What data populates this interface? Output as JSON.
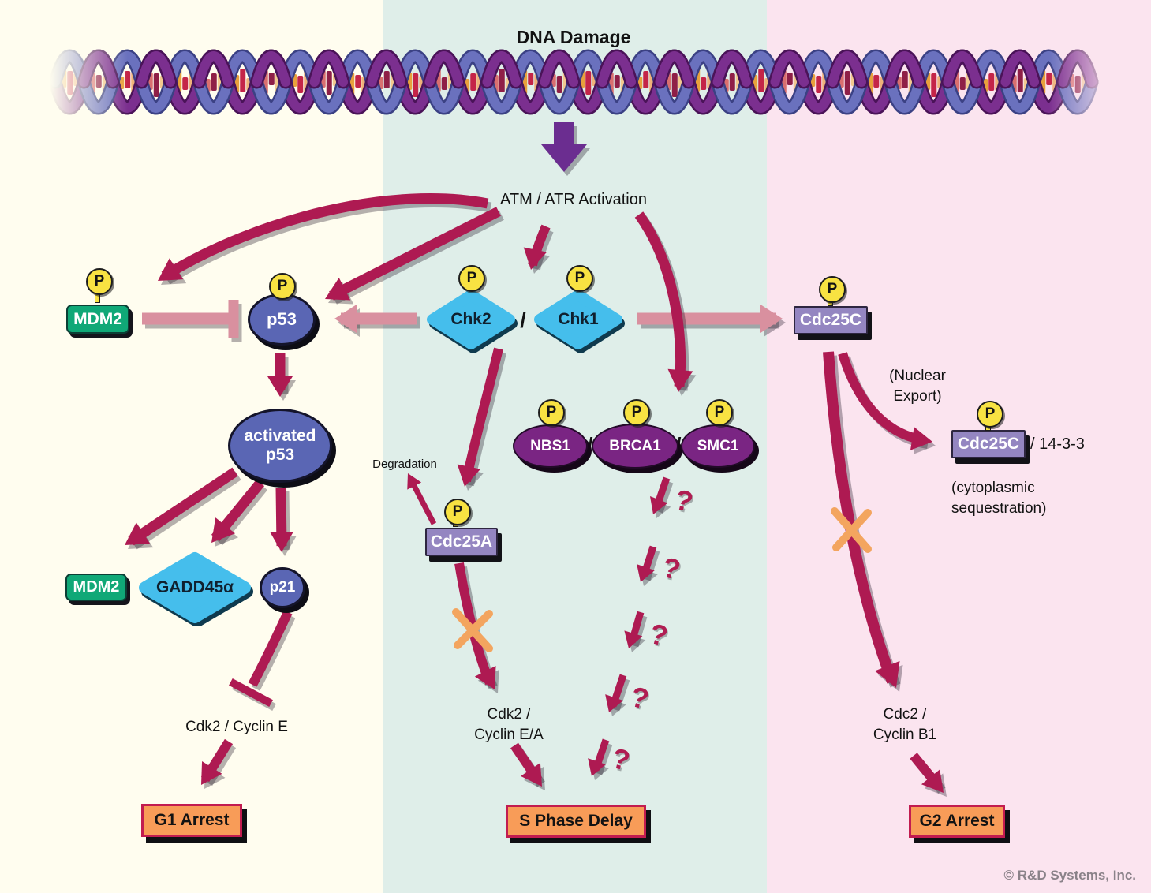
{
  "title": "DNA Damage",
  "phospho": "P",
  "separator": "/",
  "colors": {
    "arrow_crimson": "#AE1A52",
    "arrow_pink": "#D9909F",
    "arrow_purple": "#6B2D90",
    "block_x_orange": "#F3A55F",
    "band_left": "#FFFDEF",
    "band_middle": "#DFEEE9",
    "band_right": "#FBE4EF",
    "node_green": "#10A877",
    "node_blue": "#5A66B4",
    "node_lightblue": "#45BEEC",
    "node_purple": "#7A2583",
    "node_lavender": "#9486C1",
    "outcome_orange": "#F89C58",
    "phospho_yellow": "#F8E242"
  },
  "nodes": {
    "atm_atr": "ATM / ATR Activation",
    "mdm2": "MDM2",
    "p53": "p53",
    "chk2": "Chk2",
    "chk1": "Chk1",
    "cdc25c": "Cdc25C",
    "activated_p53_line1": "activated",
    "activated_p53_line2": "p53",
    "nbs1": "NBS1",
    "brca1": "BRCA1",
    "smc1": "SMC1",
    "cdc25a": "Cdc25A",
    "mdm2_second": "MDM2",
    "gadd45a": "GADD45α",
    "p21": "p21",
    "cdc25c_cytoplasmic": "Cdc25C",
    "fourteen_three_three": "/ 14-3-3"
  },
  "labels": {
    "degradation": "Degradation",
    "nuclear_export_line1": "(Nuclear",
    "nuclear_export_line2": "Export)",
    "cytoplasmic_line1": "(cytoplasmic",
    "cytoplasmic_line2": "sequestration)",
    "cdk2_cyclin_e": "Cdk2 / Cyclin E",
    "cdk2_cyclin_ea_line1": "Cdk2 /",
    "cdk2_cyclin_ea_line2": "Cyclin E/A",
    "cdc2_cyclin_b1_line1": "Cdc2 /",
    "cdc2_cyclin_b1_line2": "Cyclin B1",
    "question_mark": "?"
  },
  "outcomes": {
    "g1_arrest": "G1 Arrest",
    "s_phase_delay": "S Phase Delay",
    "g2_arrest": "G2 Arrest"
  },
  "footer": {
    "copyright": "© R&D Systems, Inc."
  }
}
